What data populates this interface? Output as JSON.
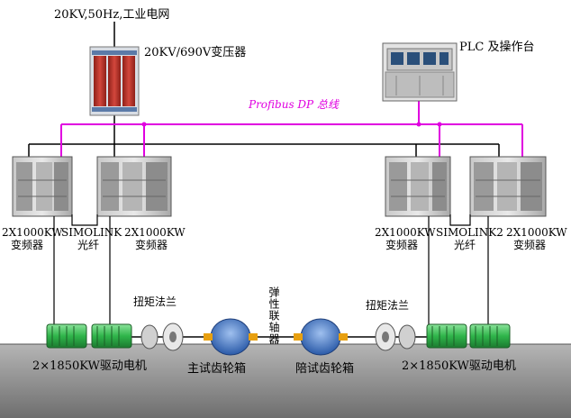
{
  "grid_label": "20KV,50Hz,工业电网",
  "transformer_label": "20KV/690V变压器",
  "plc_label": "PLC 及操作台",
  "bus_label": "Profibus DP 总线",
  "left": {
    "inverter_a_label": "2X1000KW",
    "inverter_a_sub": "变频器",
    "simolink_label": "SIMOLINK",
    "fiber_label": "光纤",
    "inverter_b_label": "2X1000KW",
    "inverter_b_sub": "变频器",
    "flange_label": "扭矩法兰",
    "motor_label": "2×1850KW驱动电机"
  },
  "right": {
    "inverter_a_label": "2X1000KW",
    "inverter_a_sub": "变频器",
    "simolink_label": "SIMOLINK2",
    "fiber_label": "光纤",
    "inverter_b_label": "2X1000KW",
    "inverter_b_sub": "变频器",
    "flange_label": "扭矩法兰",
    "motor_label": "2×1850KW驱动电机"
  },
  "coupling_label": "弹性联轴器",
  "main_gearbox_label": "主试齿轮箱",
  "companion_gearbox_label": "陪试齿轮箱",
  "colors": {
    "bus": "#e000e0",
    "line": "#000000",
    "motor": "#2fb54a",
    "gearbox": "#3a6fc4",
    "transformer": "#b8322a",
    "ground": "#8a8a8a"
  }
}
